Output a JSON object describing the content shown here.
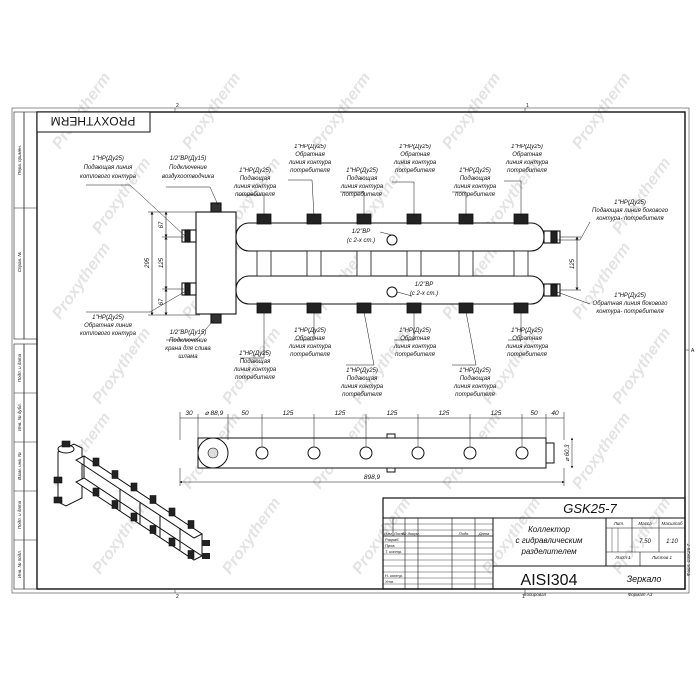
{
  "sheet": {
    "frame_marks": {
      "top_left": "2",
      "top_mid": "1",
      "right": "A",
      "bottom_left": "2",
      "bottom_mid": "1"
    },
    "side_labels": [
      "Перв. примен.",
      "Справ. №",
      "Подп. и дата",
      "Инв. № дубл.",
      "Взам. инв. №",
      "Подп. и дата",
      "Инв. № подл."
    ],
    "right_side_label": "Файл: GSK25-7"
  },
  "brand": {
    "stamp": "PROXYTHERM",
    "watermark": "Proxytherm"
  },
  "callouts": {
    "tl1_title": "1\"НР(Ду25)",
    "tl1_l1": "Подающая линия",
    "tl1_l2": "котлового контура",
    "tl2_title": "1/2\"ВР(Ду15)",
    "tl2_l1": "Подключение",
    "tl2_l2": "воздухоотводчика",
    "t3_title": "1\"НР(Ду25)",
    "t3_l1": "Подающая",
    "t3_l2": "линия контура",
    "t3_l3": "потребителя",
    "t4_title": "1\"НР(Ду25)",
    "t4_l1": "Обратная",
    "t4_l2": "линия контура",
    "t4_l3": "потребителя",
    "t5_title": "1\"НР(Ду25)",
    "t5_l1": "Подающая",
    "t5_l2": "линия контура",
    "t5_l3": "потребителя",
    "t6_title": "1\"НР(Ду25)",
    "t6_l1": "Обратная",
    "t6_l2": "линия контура",
    "t6_l3": "потребителя",
    "t7_title": "1\"НР(Ду25)",
    "t7_l1": "Подающая",
    "t7_l2": "линия контура",
    "t7_l3": "потребителя",
    "t8_title": "1\"НР(Ду25)",
    "t8_l1": "Обратная",
    "t8_l2": "линия контура",
    "t8_l3": "потребителя",
    "r1_title": "1\"НР(Ду25)",
    "r1_l1": "Подающая линия бокового",
    "r1_l2": "контура- потребителя",
    "r2_title": "1\"НР(Ду25)",
    "r2_l1": "Обратная линия бокового",
    "r2_l2": "контура- потребителя",
    "c1_title": "1/2\"ВР",
    "c1_l1": "(с 2-х ст.)",
    "c2_title": "1/2\"ВР",
    "c2_l1": "(с 2-х ст.)",
    "bl1_title": "1\"НР(Ду25)",
    "bl1_l1": "Обратная линия",
    "bl1_l2": "котлового контура",
    "bl2_title": "1/2\"ВР(Ду15)",
    "bl2_l1": "Подключение",
    "bl2_l2": "крана для слива",
    "bl2_l3": "шлама",
    "b1_title": "1\"НР(Ду25)",
    "b1_l1": "Подающая",
    "b1_l2": "линия контура",
    "b1_l3": "потребителя",
    "b2_title": "1\"НР(Ду25)",
    "b2_l1": "Обратная",
    "b2_l2": "линия контура",
    "b2_l3": "потребителя",
    "b3_title": "1\"НР(Ду25)",
    "b3_l1": "Подающая",
    "b3_l2": "линия контура",
    "b3_l3": "потребителя",
    "b4_title": "1\"НР(Ду25)",
    "b4_l1": "Обратная",
    "b4_l2": "линия контура",
    "b4_l3": "потребителя",
    "b5_title": "1\"НР(Ду25)",
    "b5_l1": "Подающая",
    "b5_l2": "линия контура",
    "b5_l3": "потребителя",
    "b6_title": "1\"НР(Ду25)",
    "b6_l1": "Обратная",
    "b6_l2": "линия контура",
    "b6_l3": "потребителя"
  },
  "dims": {
    "v_total": "295",
    "v_top": "67",
    "v_mid": "125",
    "v_bot": "67",
    "v_right": "125",
    "h_30": "30",
    "h_d": "⌀ 88,9",
    "h_50a": "50",
    "h_125": [
      "125",
      "125",
      "125",
      "125",
      "125"
    ],
    "h_50b": "50",
    "h_40": "40",
    "total_len": "898,9",
    "side_d": "⌀ 60,3"
  },
  "title_block": {
    "code": "GSK25-7",
    "name_l1": "Коллектор",
    "name_l2": "с гидравлическим",
    "name_l3": "разделителем",
    "material": "AISI304",
    "variant": "Зеркало",
    "col_izm": "Изм",
    "col_list": "Лист",
    "col_doc": "№ докум.",
    "col_sign": "Подп.",
    "col_date": "Дата",
    "row_razrab": "Разраб.",
    "row_prov": "Пров.",
    "row_tkontr": "Т. контр.",
    "row_nkontr": "Н. контр.",
    "row_utv": "Утв.",
    "lit_label": "Лит.",
    "mass_label": "Масса",
    "scale_label": "Масштаб",
    "mass_value": "7.50",
    "scale_value": "1:10",
    "sheet_label": "Лист 1",
    "sheets_label": "Листов 1",
    "copied": "Копировал",
    "format": "Формат А3"
  }
}
